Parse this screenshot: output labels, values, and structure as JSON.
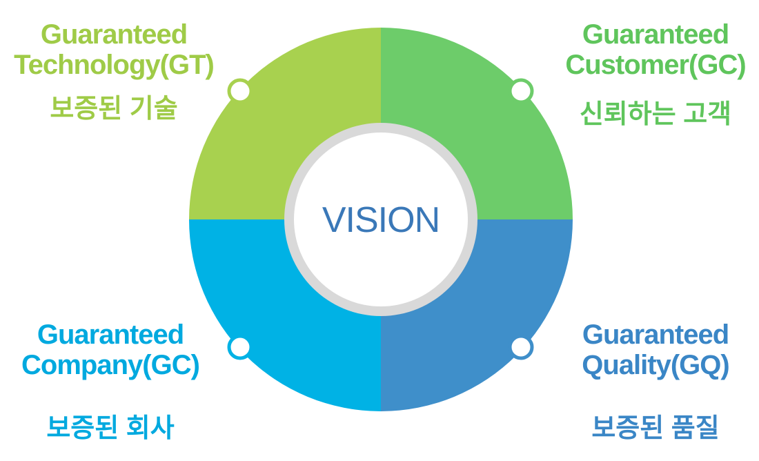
{
  "center": {
    "label": "VISION",
    "color": "#3a78b8"
  },
  "quadrants": [
    {
      "id": "gt",
      "title_line1": "Guaranteed",
      "title_line2": "Technology(GT)",
      "korean": "보증된 기술",
      "color": "#a8d14f",
      "text_color": "#9fcb47"
    },
    {
      "id": "gcust",
      "title_line1": "Guaranteed",
      "title_line2": "Customer(GC)",
      "korean": "신뢰하는 고객",
      "color": "#6dcc6a",
      "text_color": "#5fc55c"
    },
    {
      "id": "gcomp",
      "title_line1": "Guaranteed",
      "title_line2": "Company(GC)",
      "korean": "보증된 회사",
      "color": "#00b2e5",
      "text_color": "#00a9df"
    },
    {
      "id": "gq",
      "title_line1": "Guaranteed",
      "title_line2": "Quality(GQ)",
      "korean": "보증된 품질",
      "color": "#3f8fca",
      "text_color": "#3a86c6"
    }
  ]
}
